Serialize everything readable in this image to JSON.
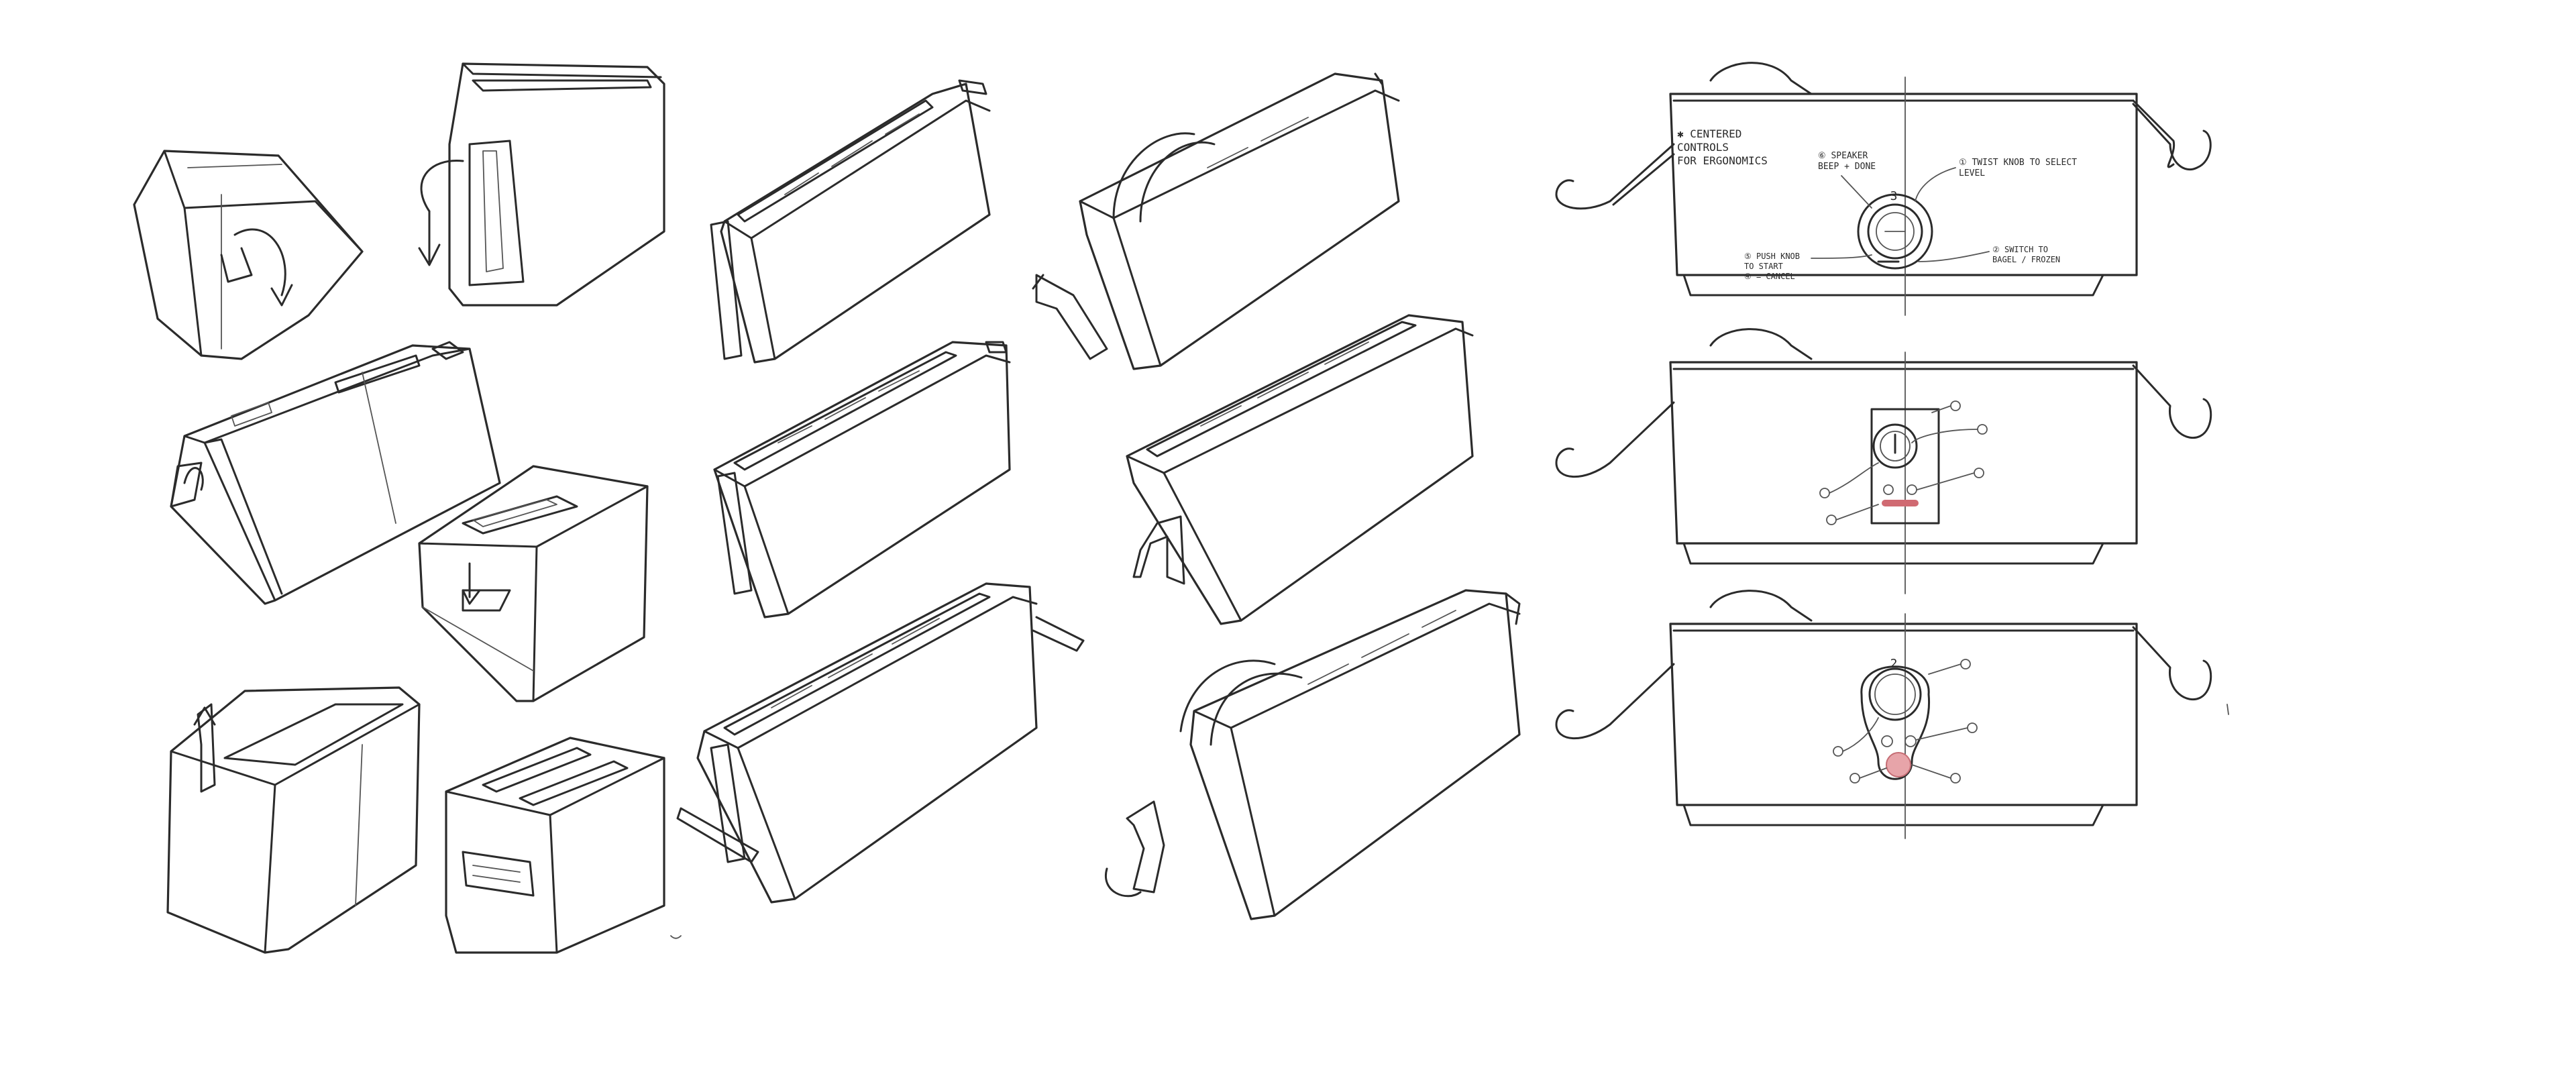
{
  "accent": {
    "button_red": "#d06a72",
    "button_light": "#e7a4a9",
    "ink": "#2b2b2b"
  },
  "sheet": {
    "subject": "toaster-concept-sketches",
    "callouts_top": {
      "note": "✱ CENTERED\nCONTROLS\nFOR ERGONOMICS",
      "speaker": "⑥ SPEAKER\nBEEP + DONE",
      "twist": "① TWIST KNOB TO SELECT\nLEVEL",
      "push": "⑤ PUSH KNOB\nTO START",
      "cancel": "④ = CANCEL",
      "switch": "② SWITCH TO\nBAGEL / FROZEN"
    },
    "markers": {
      "top_knob": "3",
      "bottom_knob": "2"
    }
  }
}
